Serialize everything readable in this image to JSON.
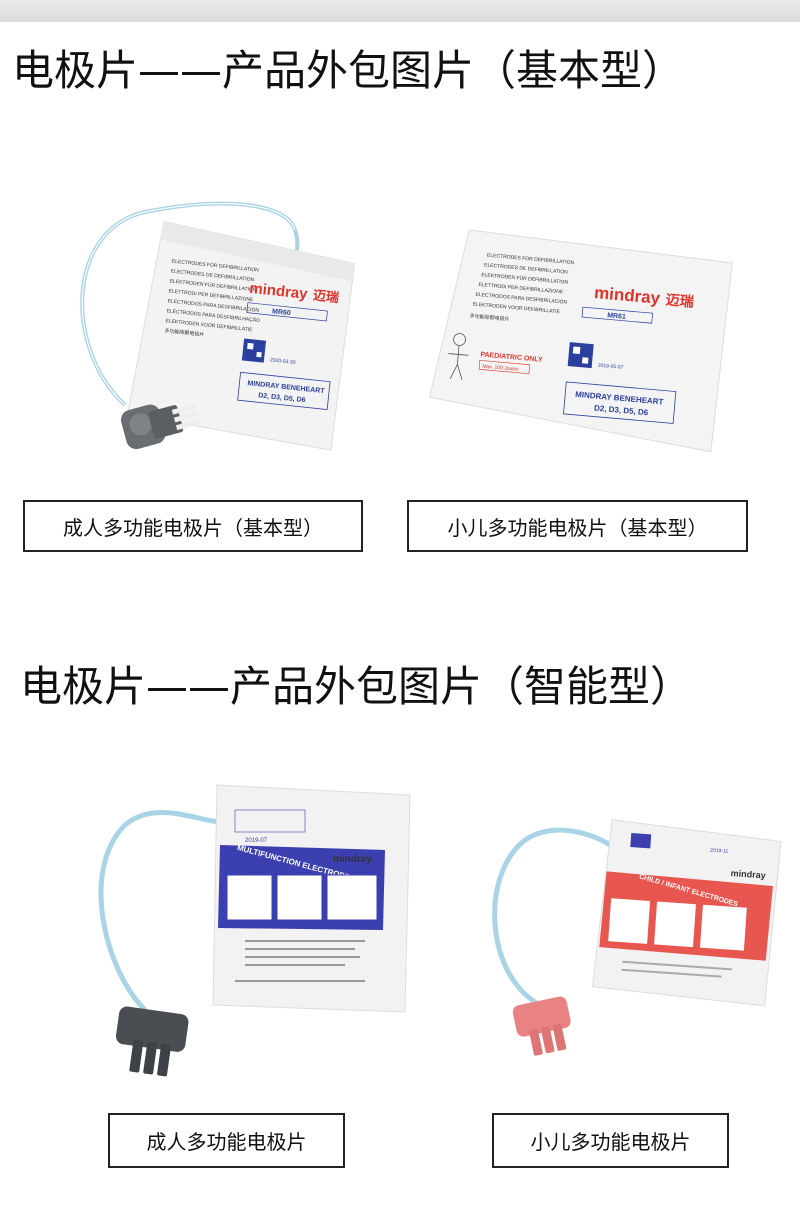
{
  "sections": [
    {
      "title": "电极片——产品外包图片（基本型）",
      "products": [
        {
          "label": "成人多功能电极片（基本型）",
          "package": {
            "brand": "mindray",
            "brand_cn": "迈瑞",
            "model": "MR60",
            "compatible": "MINDRAY BENEHEART",
            "models": "D2, D3, D5, D6",
            "date": "2020-03-30",
            "cn_name": "多功能除颤电极片"
          }
        },
        {
          "label": "小儿多功能电极片（基本型）",
          "package": {
            "brand": "mindray",
            "brand_cn": "迈瑞",
            "model": "MR61",
            "compatible": "MINDRAY BENEHEART",
            "models": "D2, D3, D5, D6",
            "date": "2019-05-07",
            "warning": "PAEDIATRIC ONLY",
            "max": "Max. 100 Joules",
            "cn_name": "多功能除颤电极片"
          }
        }
      ]
    },
    {
      "title": "电极片——产品外包图片（智能型）",
      "products": [
        {
          "label": "成人多功能电极片",
          "package": {
            "brand": "mindray",
            "band_text": "MULTIFUNCTION ELECTRODES",
            "date": "2019-07"
          }
        },
        {
          "label": "小儿多功能电极片",
          "package": {
            "brand": "mindray",
            "band_text": "CHILD / INFANT ELECTRODES",
            "date": "2019-11"
          }
        }
      ]
    }
  ],
  "colors": {
    "brand_red": "#e0342b",
    "print_blue": "#2b3f9e",
    "adult_band": "#3b3fb0",
    "child_band": "#e8574f",
    "cable": "#a9d4e6",
    "adult_connector": "#4a4d52",
    "child_connector": "#e98282"
  }
}
